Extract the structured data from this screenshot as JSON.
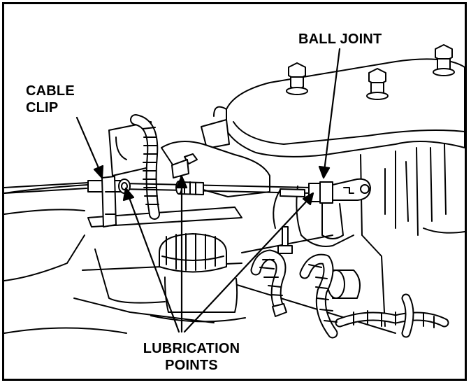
{
  "labels": {
    "ball_joint": "BALL JOINT",
    "cable_clip_line1": "CABLE",
    "cable_clip_line2": "CLIP",
    "lubrication_line1": "LUBRICATION",
    "lubrication_line2": "POINTS"
  },
  "colors": {
    "ink": "#000000",
    "paper": "#ffffff"
  }
}
